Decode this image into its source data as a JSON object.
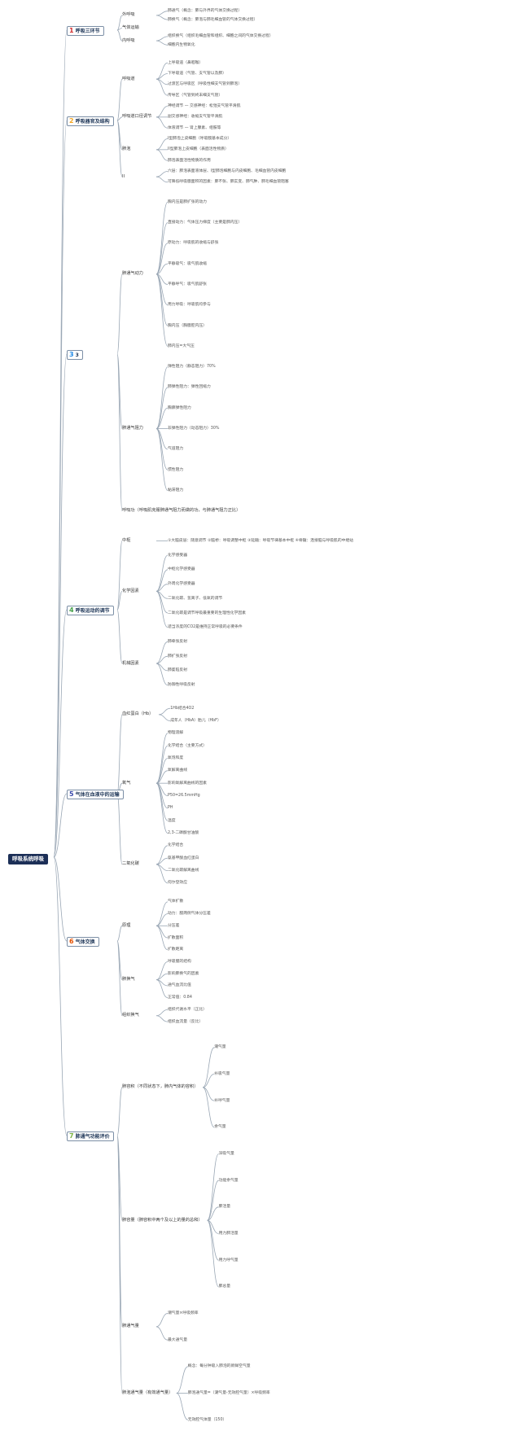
{
  "root": "呼吸系统呼吸",
  "colors": {
    "line": "#9aa7b5",
    "section_border": "#7c8fa6",
    "root_bg": "#1c2f57",
    "nums": [
      "#d32f2f",
      "#f5a623",
      "#1e88e5",
      "#43a047",
      "#3949ab",
      "#e65100",
      "#7cb342"
    ]
  },
  "sections": [
    {
      "num": "1",
      "title": "呼吸三环节",
      "items": [
        {
          "label": "外呼吸",
          "subs": [
            "肺通气（概念：肺与外界的气体交换过程）",
            "肺换气（概念：肺泡与肺毛细血管的气体交换过程）"
          ]
        },
        {
          "label": "气体运输",
          "subs": []
        },
        {
          "label": "内呼吸",
          "subs": [
            "组织换气（组织毛细血管和组织、细胞之间的气体交换过程）",
            "细胞内生物氧化"
          ]
        }
      ]
    },
    {
      "num": "2",
      "title": "呼吸器官及结构",
      "items": [
        {
          "label": "呼吸道",
          "subs": [
            "上呼吸道（鼻咽喉）",
            "下呼吸道（气管、支气管以及肺）",
            "过渡区与呼吸区（呼吸性细支气管到肺泡）",
            "传导区（气管到终末细支气管）"
          ]
        },
        {
          "label": "呼吸道口径调节",
          "subs": [
            "神经调节 — 交感神经：松弛支气管平滑肌",
            "副交感神经：收缩支气管平滑肌",
            "体液调节 — 肾上腺素、组胺等"
          ]
        },
        {
          "label": "肺泡",
          "subs": [
            "I型肺泡上皮细胞（呼吸膜基本成分）",
            "II型肺泡上皮细胞（表面活性物质）",
            "肺泡表面活性物质的作用"
          ]
        },
        {
          "label": "II",
          "subs": [
            "六层：肺泡表面液体层、I型肺泡细胞与内皮细胞、毛细血管内皮细胞",
            "可降低呼吸膜面积的因素：肺不张、肺实变、肺气肿、肺毛细血管阻塞"
          ]
        }
      ]
    },
    {
      "num": "3",
      "title": "3",
      "items": [
        {
          "label": "肺通气动力",
          "subs": [
            "胸内压是肺扩张的动力",
            "直接动力：气体压力梯度（主要是肺内压）",
            "原动力：呼吸肌的收缩与舒张",
            "平静吸气：吸气肌收缩",
            "平静呼气：吸气肌舒张",
            "用力呼吸：呼吸肌均参与",
            "胸内压（胸膜腔内压）",
            "肺内压=大气压"
          ]
        },
        {
          "label": "肺通气阻力",
          "subs": [
            "弹性阻力（静态阻力）70%",
            "肺弹性阻力：弹性回缩力",
            "胸廓弹性阻力",
            "非弹性阻力（动态阻力）30%",
            "气道阻力",
            "惯性阻力",
            "黏滞阻力"
          ]
        },
        {
          "label": "呼吸功（呼吸肌克服肺通气阻力而做的功，与肺通气阻力正比）",
          "subs": []
        }
      ]
    },
    {
      "num": "4",
      "title": "呼吸运动的调节",
      "items": [
        {
          "label": "中枢",
          "subs": [
            "①大脑皮层：随意调节 ②脑桥：呼吸调整中枢 ③延髓：呼吸节律基本中枢 ④脊髓：连接脑与呼吸肌的中继站"
          ]
        },
        {
          "label": "化学因素",
          "subs": [
            "化学感受器",
            "中枢化学感受器",
            "外周化学感受器",
            "二氧化碳、氢离子、低氧的调节",
            "二氧化碳是调节呼吸最重要的生理性化学因素",
            "适当浓度的CO2是维持正常呼吸的必要条件"
          ]
        },
        {
          "label": "机械因素",
          "subs": [
            "肺牵张反射",
            "肺扩张反射",
            "肺萎陷反射",
            "防御性呼吸反射"
          ]
        }
      ]
    },
    {
      "num": "5",
      "title": "气体在血液中的运输",
      "items": [
        {
          "label": "血红蛋白（Hb）",
          "subs": [
            "1Hb结合4O2",
            "成年人（HbA）胎儿（HbF）"
          ]
        },
        {
          "label": "氧气",
          "subs": [
            "物理溶解",
            "化学结合（主要方式）",
            "氧饱和度",
            "氧解离曲线",
            "影响氧解离曲线的因素",
            "P50=26.5mmHg",
            "PH",
            "温度",
            "2,3-二磷酸甘油酸"
          ]
        },
        {
          "label": "二氧化碳",
          "subs": [
            "化学结合",
            "氨基甲酸血红蛋白",
            "二氧化碳解离曲线",
            "何尔登效应"
          ]
        }
      ]
    },
    {
      "num": "6",
      "title": "气体交换",
      "items": [
        {
          "label": "原理",
          "subs": [
            "气体扩散",
            "动力：膜两侧气体分压差",
            "分压差",
            "扩散面积",
            "扩散距离"
          ]
        },
        {
          "label": "肺换气",
          "subs": [
            "呼吸膜的结构",
            "影响肺换气的因素",
            "通气血流比值",
            "正常值：0.84"
          ]
        },
        {
          "label": "组织换气",
          "subs": [
            "组织代谢水平（正比）",
            "组织血流量（反比）"
          ]
        }
      ]
    },
    {
      "num": "7",
      "title": "肺通气功能评价",
      "items": [
        {
          "label": "肺容积（不同状态下，肺内气体的容积）",
          "subs": [
            "潮气量",
            "补吸气量",
            "补呼气量",
            "余气量"
          ]
        },
        {
          "label": "肺容量（肺容积中两个及以上的量的总和）",
          "subs": [
            "深吸气量",
            "功能余气量",
            "肺活量",
            "用力肺活量",
            "用力呼气量",
            "肺总量"
          ]
        },
        {
          "label": "肺通气量",
          "subs": [
            "潮气量×呼吸频率",
            "最大通气量"
          ]
        },
        {
          "label": "肺泡通气量（有效通气量）",
          "subs": [
            "概念：每分钟吸入肺泡的新鲜空气量",
            "肺泡通气量=（潮气量-无效腔气量）×呼吸频率",
            "无效腔气体量（150）"
          ]
        }
      ]
    }
  ]
}
